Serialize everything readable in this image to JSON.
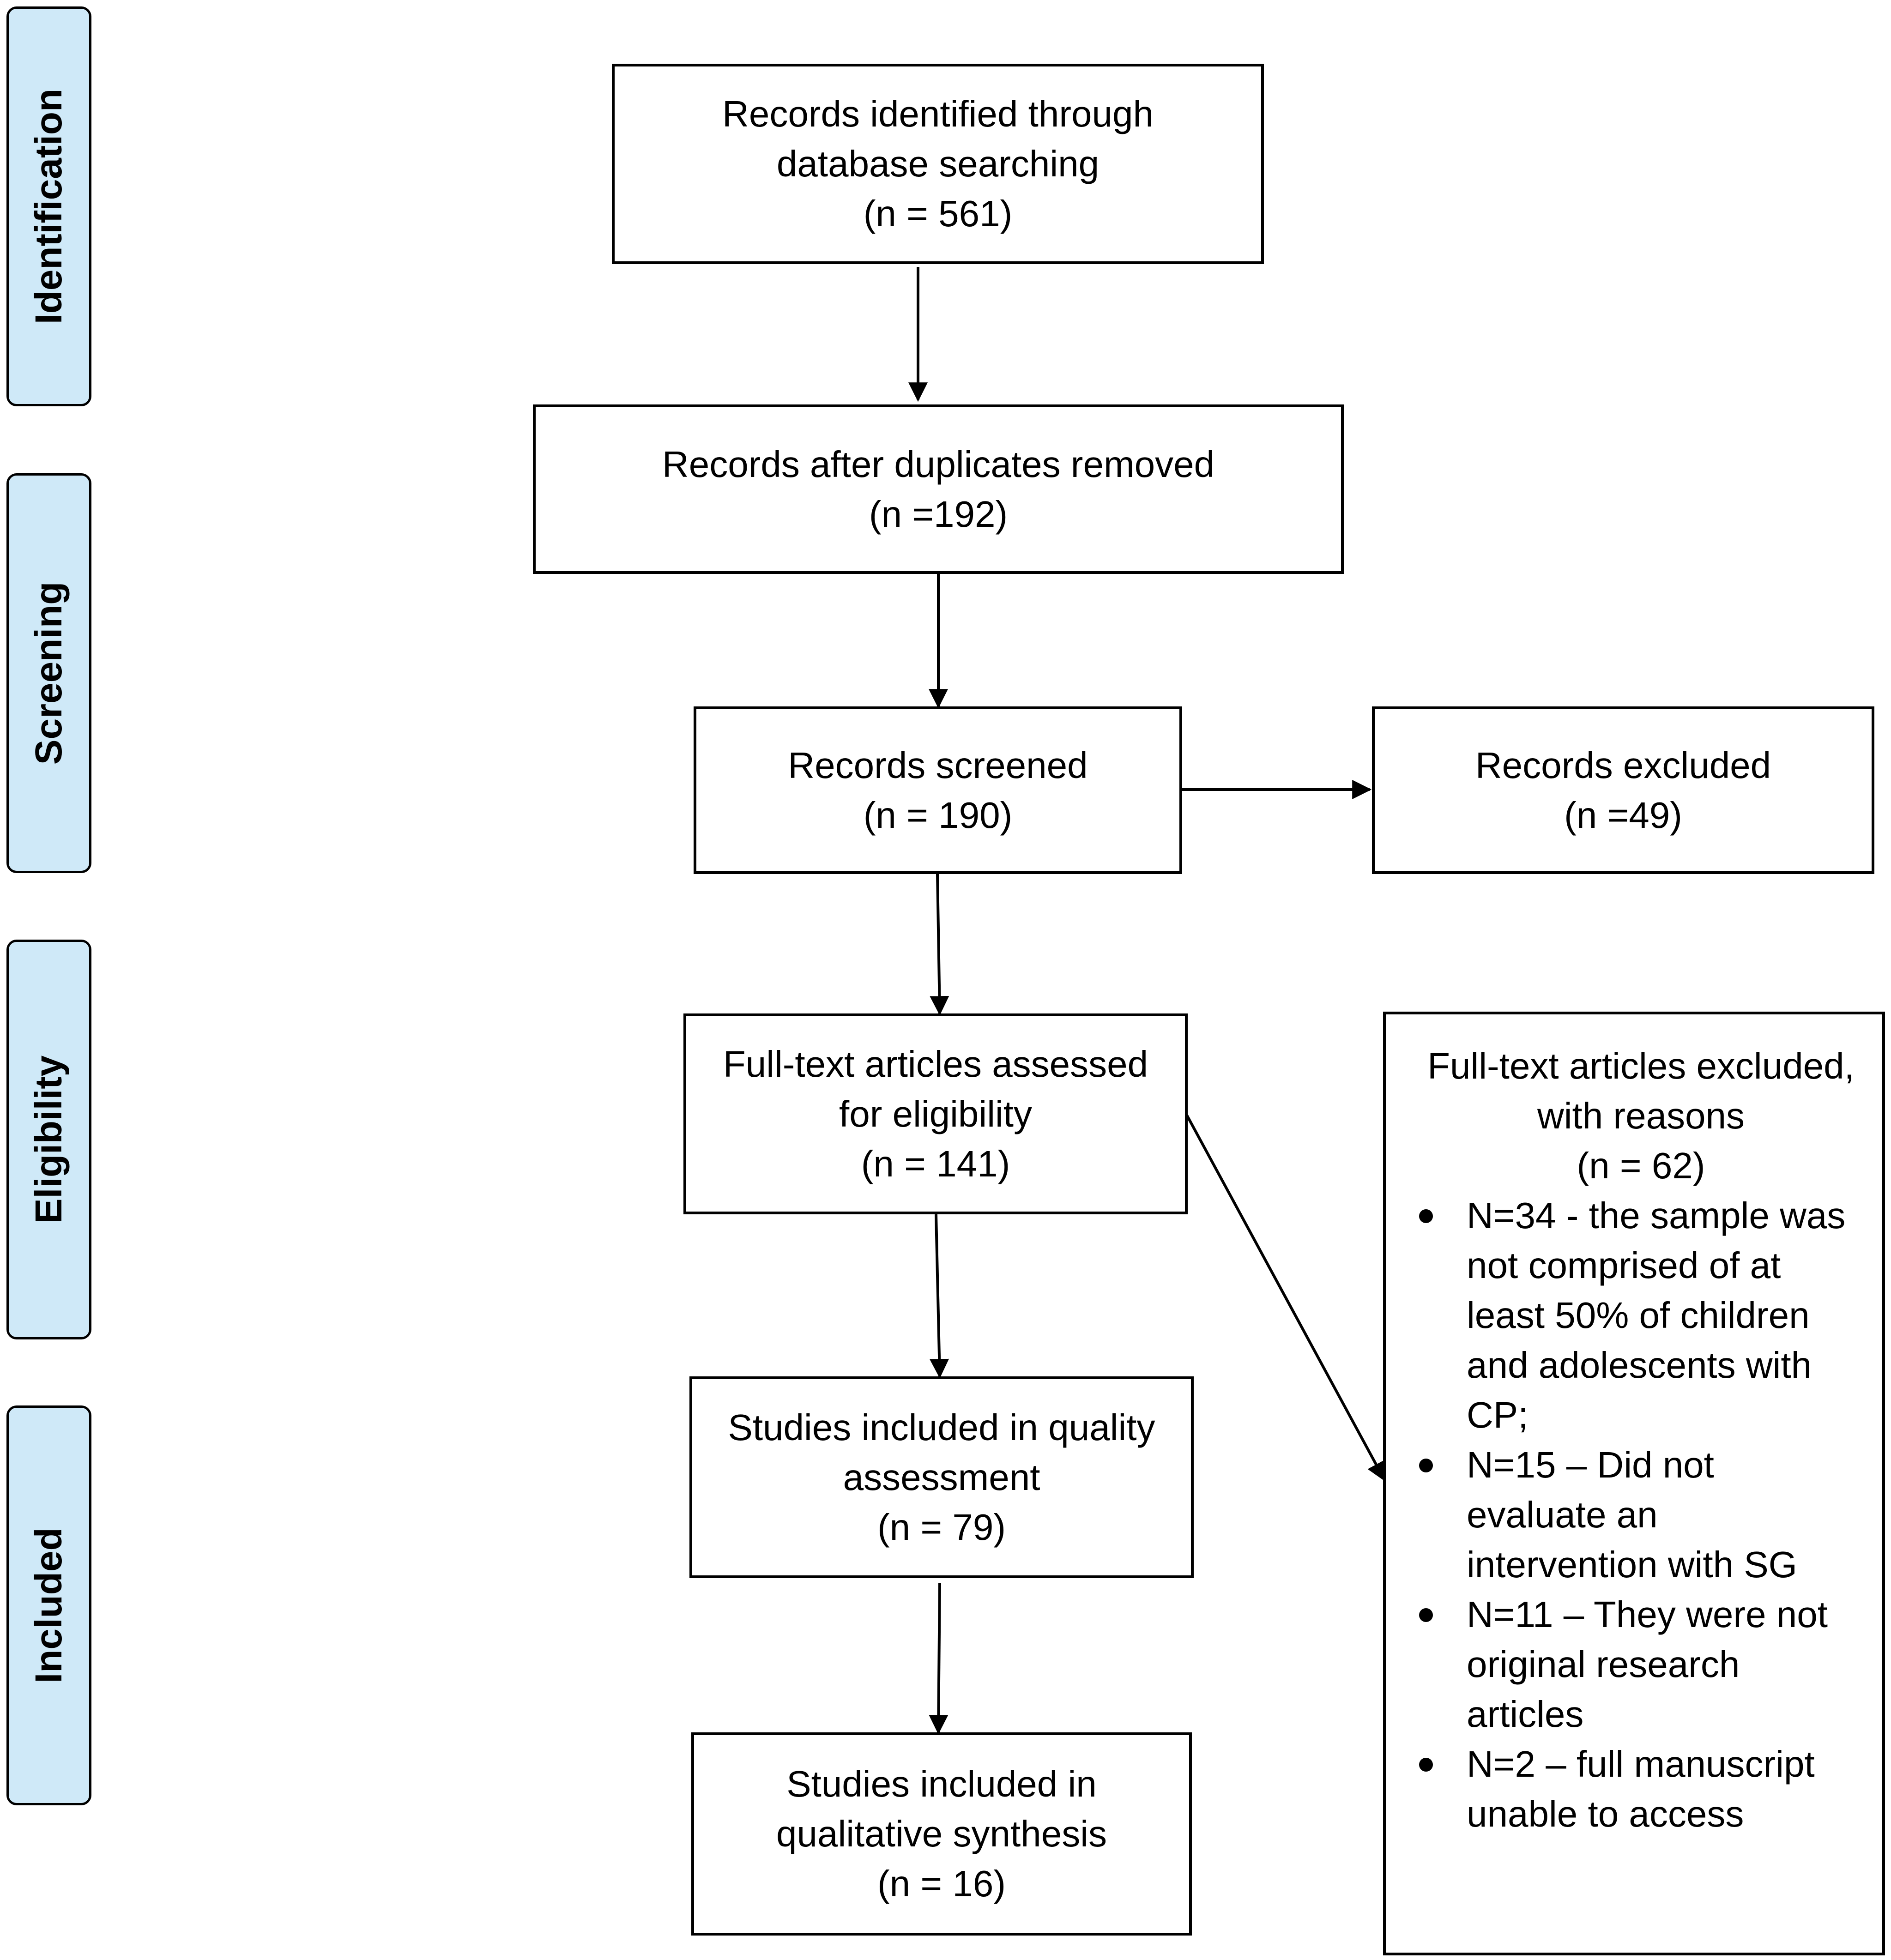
{
  "stages": [
    {
      "id": "identification",
      "label": "Identification"
    },
    {
      "id": "screening",
      "label": "Screening"
    },
    {
      "id": "eligibility",
      "label": "Eligibility"
    },
    {
      "id": "included",
      "label": "Included"
    }
  ],
  "boxes": {
    "identified": {
      "lines": [
        "Records identified through",
        "database searching",
        "(n = 561)"
      ]
    },
    "deduplicated": {
      "lines": [
        "Records after duplicates removed",
        "(n =192)"
      ]
    },
    "screened": {
      "lines": [
        "Records screened",
        "(n = 190)"
      ]
    },
    "excluded": {
      "lines": [
        "Records excluded",
        "(n =49)"
      ]
    },
    "assessed": {
      "lines": [
        "Full-text articles assessed",
        "for eligibility",
        "(n = 141)"
      ]
    },
    "quality": {
      "lines": [
        "Studies included in quality",
        "assessment",
        "(n = 79)"
      ]
    },
    "synthesis": {
      "lines": [
        "Studies included in",
        "qualitative synthesis",
        "(n = 16)"
      ]
    }
  },
  "full_text_excluded": {
    "heading": [
      "Full-text articles excluded,",
      "with reasons",
      "(n = 62)"
    ],
    "reasons": [
      [
        "N=34 - the sample was",
        "not comprised of at",
        "least 50% of children",
        "and adolescents with",
        "CP;"
      ],
      [
        "N=15 – Did not",
        "evaluate an",
        "intervention with SG"
      ],
      [
        "N=11 – They were not",
        "original research",
        "articles"
      ],
      [
        "N=2 – full manuscript",
        "unable to access"
      ]
    ]
  }
}
